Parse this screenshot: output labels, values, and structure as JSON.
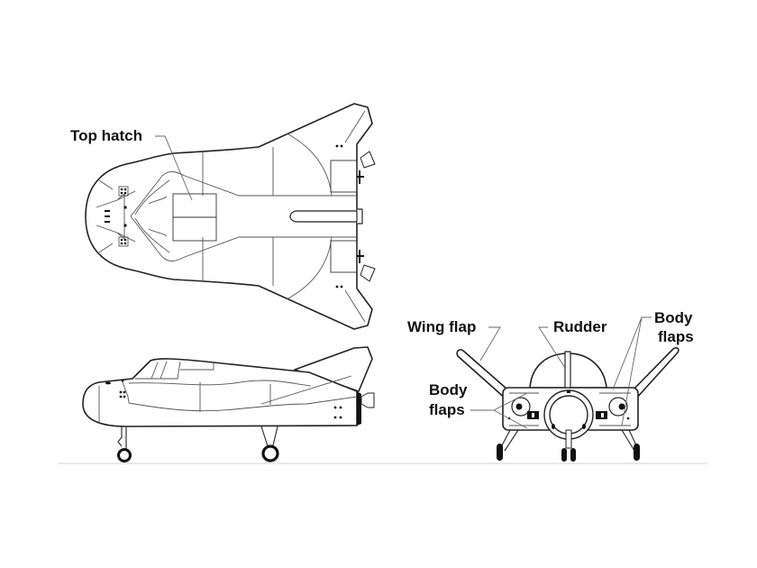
{
  "labels": {
    "top_hatch": "Top hatch",
    "wing_flap": "Wing flap",
    "rudder": "Rudder",
    "body_flaps_right_1": "Body",
    "body_flaps_right_2": "flaps",
    "body_flaps_left_1": "Body",
    "body_flaps_left_2": "flaps"
  }
}
